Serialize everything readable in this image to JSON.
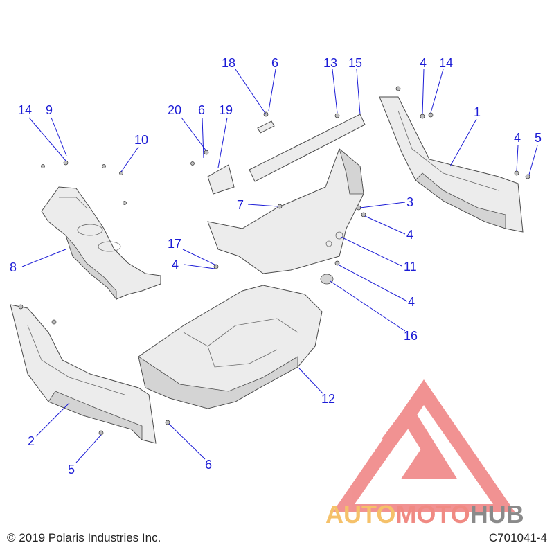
{
  "callouts": [
    {
      "label": "18"
    },
    {
      "label": "6"
    },
    {
      "label": "13"
    },
    {
      "label": "15"
    },
    {
      "label": "4"
    },
    {
      "label": "14"
    },
    {
      "label": "1"
    },
    {
      "label": "14"
    },
    {
      "label": "9"
    },
    {
      "label": "10"
    },
    {
      "label": "20"
    },
    {
      "label": "6"
    },
    {
      "label": "19"
    },
    {
      "label": "4"
    },
    {
      "label": "5"
    },
    {
      "label": "7"
    },
    {
      "label": "3"
    },
    {
      "label": "4"
    },
    {
      "label": "8"
    },
    {
      "label": "17"
    },
    {
      "label": "4"
    },
    {
      "label": "11"
    },
    {
      "label": "4"
    },
    {
      "label": "16"
    },
    {
      "label": "12"
    },
    {
      "label": "2"
    },
    {
      "label": "5"
    },
    {
      "label": "6"
    }
  ],
  "footer": {
    "copyright": "© 2019 Polaris Industries Inc.",
    "drawing_number": "C701041-4"
  },
  "watermark": {
    "part1": "AUTO",
    "part2": "MOTO",
    "part3": "HUB",
    "colors": {
      "auto": "#f5c16a",
      "moto": "#f08a83",
      "hub": "#8a8a8a",
      "logo": "#ef8080"
    }
  },
  "colors": {
    "callout": "#1c1cd6"
  }
}
